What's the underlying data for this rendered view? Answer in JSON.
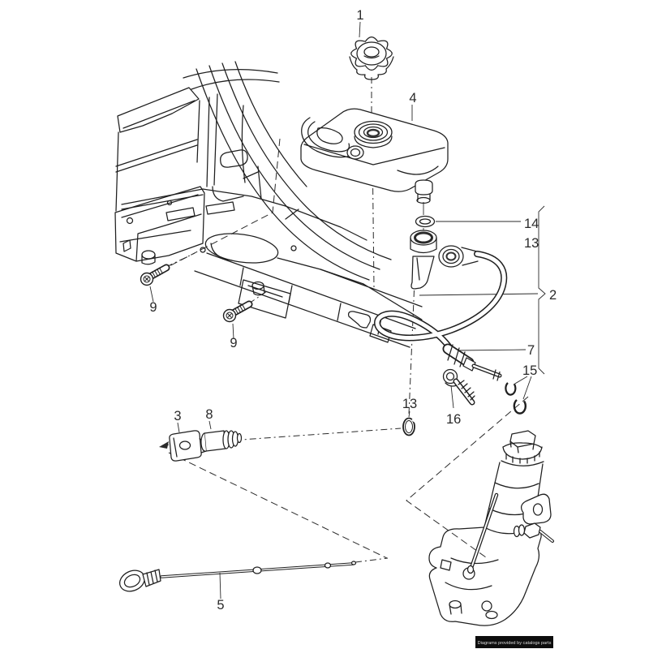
{
  "badge": {
    "text": "Diagrams provided by catalogs parts"
  },
  "colors": {
    "line": "#1f1f1f",
    "background": "#ffffff",
    "badge_bg": "#0d0d0d",
    "badge_fg": "#dcdcdc"
  },
  "labels": {
    "cap": "1",
    "hose_assembly": "2",
    "retainer_bracket": "3",
    "reservoir": "4",
    "dipstick": "5",
    "union_pipe": "7",
    "fitting": "8",
    "screw_left": "9",
    "screw_right": "9",
    "oring_mid": "13",
    "bushing": "13",
    "oring_top": "14",
    "circlips": "15",
    "banjo_bolt": "16"
  }
}
